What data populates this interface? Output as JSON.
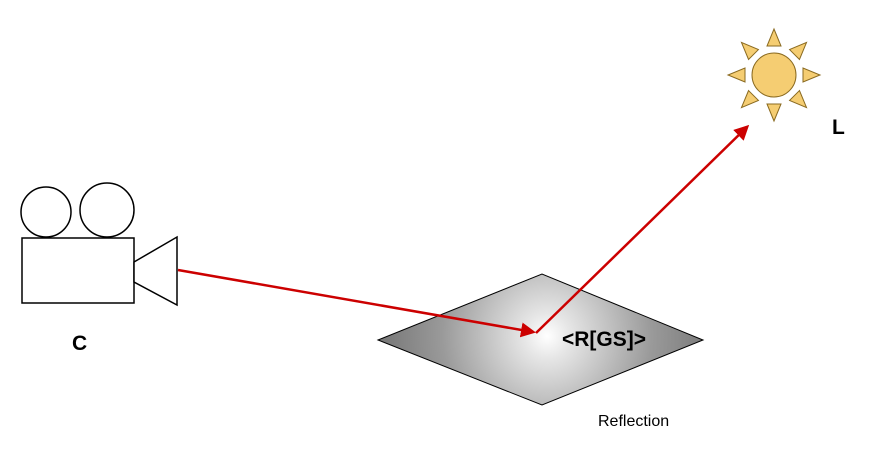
{
  "labels": {
    "camera": "C",
    "light": "L",
    "surface_tag": "<R[GS]>",
    "caption": "Reflection"
  },
  "icons": {
    "camera": "camera-icon",
    "light": "sun-icon"
  },
  "colors": {
    "ray": "#cc0000",
    "sun_fill": "#f5cd72",
    "sun_stroke": "#8a6a20",
    "surface_dark": "#6e6e6e",
    "surface_light": "#ffffff",
    "outline": "#000000"
  }
}
